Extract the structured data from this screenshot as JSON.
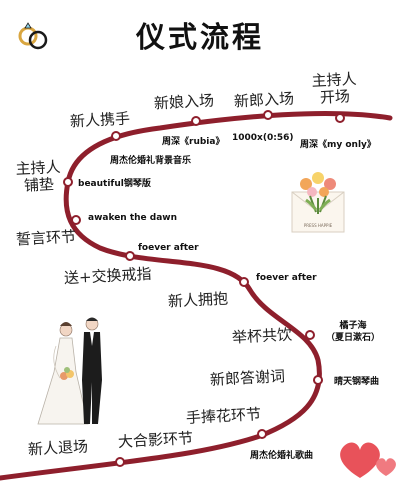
{
  "title": "仪式流程",
  "colors": {
    "path": "#8e1f2c",
    "node": "#ffffff",
    "heart": "#e8525a"
  },
  "icons": {
    "rings": "rings-icon",
    "bouquet": "bouquet-card",
    "couple": "couple-illustration",
    "hearts": "hearts-icon"
  },
  "bouquet_card_text": "PRESS HAPPIE",
  "steps": [
    {
      "id": "host-open",
      "text": "主持人\n开场"
    },
    {
      "id": "groom-enter",
      "text": "新郎入场"
    },
    {
      "id": "bride-enter",
      "text": "新娘入场"
    },
    {
      "id": "couple-walk",
      "text": "新人携手"
    },
    {
      "id": "host-setup",
      "text": "主持人\n铺垫"
    },
    {
      "id": "vows",
      "text": "誓言环节"
    },
    {
      "id": "rings",
      "text": "送+交换戒指"
    },
    {
      "id": "embrace",
      "text": "新人拥抱"
    },
    {
      "id": "toast",
      "text": "举杯共饮"
    },
    {
      "id": "groom-thanks",
      "text": "新郎答谢词"
    },
    {
      "id": "bouquet",
      "text": "手捧花环节"
    },
    {
      "id": "group-photo",
      "text": "大合影环节"
    },
    {
      "id": "exit",
      "text": "新人退场"
    }
  ],
  "music": [
    {
      "id": "m-myonly",
      "text": "周深《my only》"
    },
    {
      "id": "m-1000x",
      "text": "1000x(0:56)"
    },
    {
      "id": "m-rubia",
      "text": "周深《rubia》"
    },
    {
      "id": "m-jay-bg",
      "text": "周杰伦婚礼背景音乐"
    },
    {
      "id": "m-beautiful",
      "text": "beautiful钢琴版"
    },
    {
      "id": "m-awaken",
      "text": "awaken the dawn"
    },
    {
      "id": "m-forever1",
      "text": "foever after"
    },
    {
      "id": "m-forever2",
      "text": "foever after"
    },
    {
      "id": "m-orange",
      "text": "橘子海\n（夏日漱石）"
    },
    {
      "id": "m-sunny",
      "text": "晴天钢琴曲"
    },
    {
      "id": "m-jay-song",
      "text": "周杰伦婚礼歌曲"
    }
  ]
}
